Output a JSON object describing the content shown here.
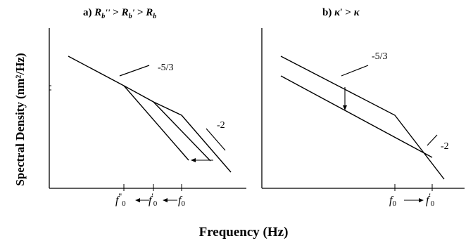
{
  "y_axis_label": "Spectral Density (nm²/Hz)",
  "x_axis_label": "Frequency (Hz)",
  "panel_a": {
    "label": "a)",
    "condition": {
      "r1": "R",
      "r1_sub": "b",
      "r1_sup": "''",
      "op1": " > ",
      "r2": "R",
      "r2_sub": "b",
      "r2_sup": "'",
      "op2": " > ",
      "r3": "R",
      "r3_sub": "b"
    },
    "slope_low": "-5/3",
    "slope_high": "-2",
    "ticks": {
      "t1": {
        "f": "f",
        "sup": "''",
        "sub": "0"
      },
      "t2": {
        "f": "f",
        "sup": "'",
        "sub": "0"
      },
      "t3": {
        "f": "f",
        "sub": "0"
      }
    }
  },
  "panel_b": {
    "label": "b)",
    "condition": {
      "k1": "κ",
      "k1_sup": "'",
      "op": " > ",
      "k2": "κ"
    },
    "slope_low": "-5/3",
    "slope_high": "-2",
    "ticks": {
      "t1": {
        "f": "f",
        "sub": "0"
      },
      "t2": {
        "f": "f",
        "sup": "'",
        "sub": "0"
      }
    }
  }
}
